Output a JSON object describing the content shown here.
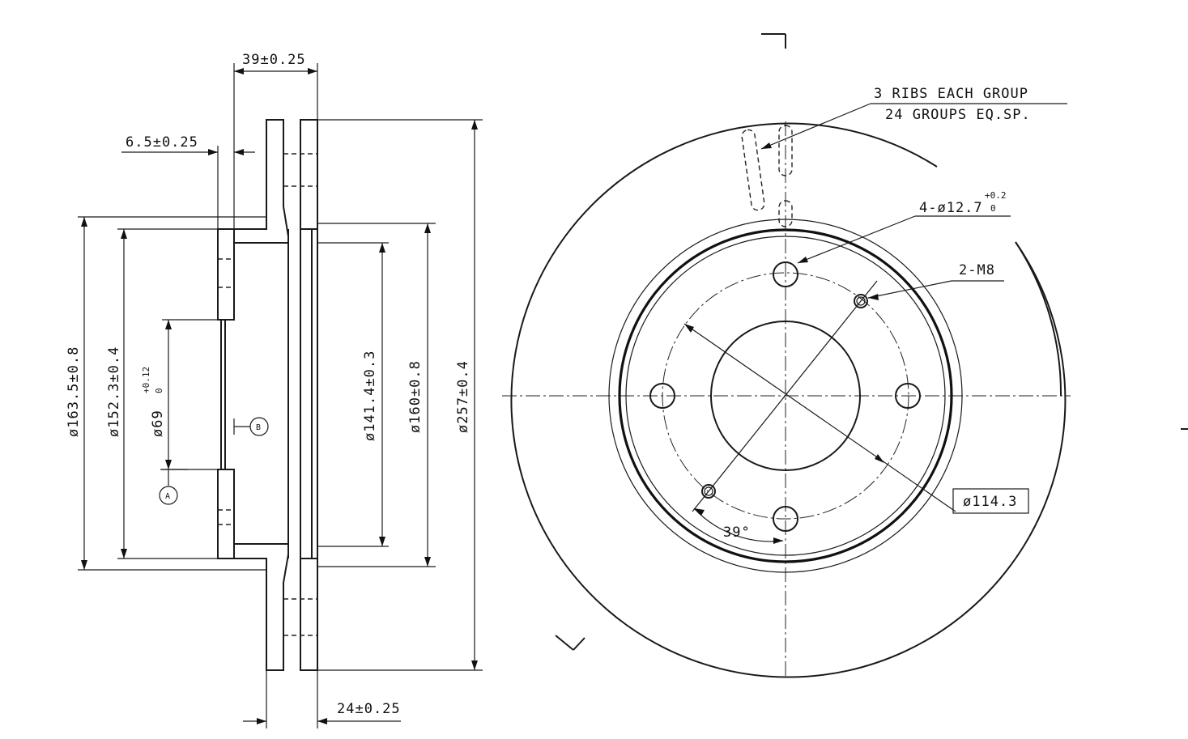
{
  "colors": {
    "line": "#1a1a1a",
    "background": "#ffffff"
  },
  "section_view": {
    "dims": {
      "total_width": "39±0.25",
      "hat_offset": "6.5±0.25",
      "disc_thickness": "24±0.25",
      "d_hat_outer": "ø163.5±0.8",
      "d_hat_inner": "ø152.3±0.4",
      "d_bore": "ø69",
      "d_bore_tol_upper": "+0.12",
      "d_bore_tol_lower": "0",
      "d_inner_step": "ø141.4±0.3",
      "d_braking_inner": "ø160±0.8",
      "d_outer": "ø257±0.4"
    },
    "datums": {
      "a": "A",
      "b": "B"
    }
  },
  "front_view": {
    "notes": {
      "ribs_line1": "3 RIBS EACH GROUP",
      "ribs_line2": "24 GROUPS EQ.SP.",
      "holes": "4-ø12.7",
      "holes_tol_upper": "+0.2",
      "holes_tol_lower": "0",
      "threads": "2-M8",
      "pcd": "ø114.3",
      "angle": "39°"
    }
  }
}
